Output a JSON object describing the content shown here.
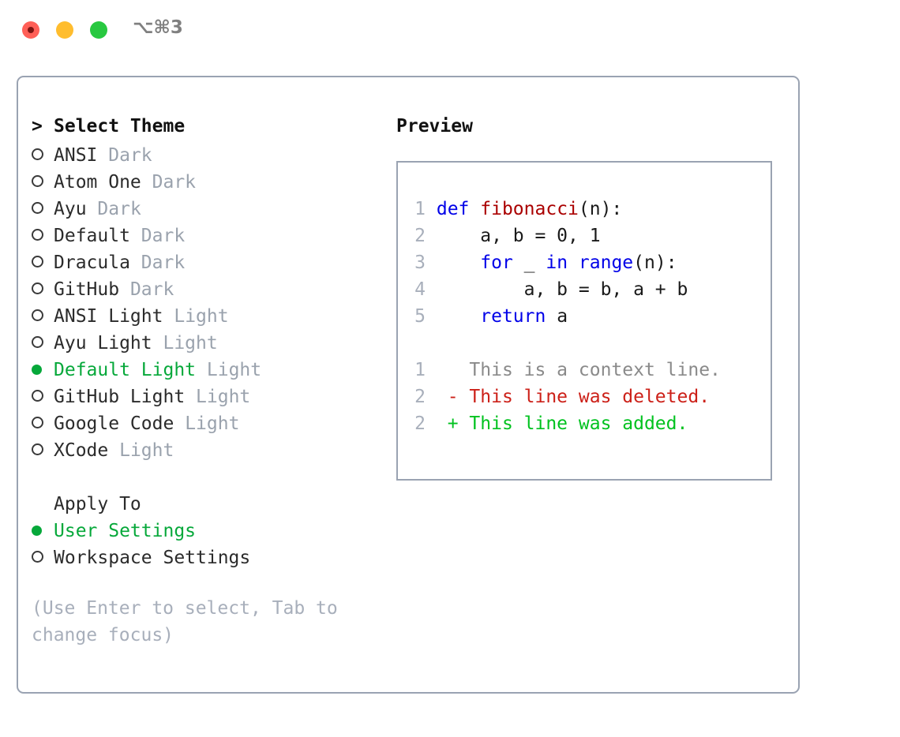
{
  "titlebar": {
    "shortcut": "⌥⌘3",
    "lights": [
      {
        "name": "close",
        "color": "#ff5f57"
      },
      {
        "name": "minimize",
        "color": "#ffbd2e"
      },
      {
        "name": "maximize",
        "color": "#28c840"
      }
    ]
  },
  "theme_picker": {
    "heading_marker": ">",
    "heading": "Select Theme",
    "items": [
      {
        "marker": "ring",
        "label": "ANSI",
        "tag": "Dark",
        "selected": false
      },
      {
        "marker": "ring",
        "label": "Atom One",
        "tag": "Dark",
        "selected": false
      },
      {
        "marker": "ring",
        "label": "Ayu",
        "tag": "Dark",
        "selected": false
      },
      {
        "marker": "ring",
        "label": "Default",
        "tag": "Dark",
        "selected": false
      },
      {
        "marker": "ring",
        "label": "Dracula",
        "tag": "Dark",
        "selected": false
      },
      {
        "marker": "ring",
        "label": "GitHub",
        "tag": "Dark",
        "selected": false
      },
      {
        "marker": "ring",
        "label": "ANSI Light",
        "tag": "Light",
        "selected": false
      },
      {
        "marker": "ring",
        "label": "Ayu Light",
        "tag": "Light",
        "selected": false
      },
      {
        "marker": "dot",
        "label": "Default Light",
        "tag": "Light",
        "selected": true
      },
      {
        "marker": "ring",
        "label": "GitHub Light",
        "tag": "Light",
        "selected": false
      },
      {
        "marker": "ring",
        "label": "Google Code",
        "tag": "Light",
        "selected": false
      },
      {
        "marker": "ring",
        "label": "XCode",
        "tag": "Light",
        "selected": false
      }
    ]
  },
  "apply_to": {
    "label": "Apply To",
    "options": [
      {
        "marker": "dot",
        "label": "User Settings",
        "selected": true
      },
      {
        "marker": "ring",
        "label": "Workspace Settings",
        "selected": false
      }
    ]
  },
  "hint": "(Use Enter to select, Tab to change focus)",
  "preview": {
    "title": "Preview",
    "code_lines": [
      {
        "num": "1",
        "tokens": [
          {
            "t": "def",
            "c": "kw"
          },
          {
            "t": " ",
            "c": "plain"
          },
          {
            "t": "fibonacci",
            "c": "fn"
          },
          {
            "t": "(n):",
            "c": "plain"
          }
        ]
      },
      {
        "num": "2",
        "tokens": [
          {
            "t": "    a, b = 0, 1",
            "c": "plain"
          }
        ]
      },
      {
        "num": "3",
        "tokens": [
          {
            "t": "    ",
            "c": "plain"
          },
          {
            "t": "for",
            "c": "kw"
          },
          {
            "t": " _ ",
            "c": "plain"
          },
          {
            "t": "in",
            "c": "kw"
          },
          {
            "t": " ",
            "c": "plain"
          },
          {
            "t": "range",
            "c": "kw"
          },
          {
            "t": "(n):",
            "c": "plain"
          }
        ]
      },
      {
        "num": "4",
        "tokens": [
          {
            "t": "        a, b = b, a + b",
            "c": "plain"
          }
        ]
      },
      {
        "num": "5",
        "tokens": [
          {
            "t": "    ",
            "c": "plain"
          },
          {
            "t": "return",
            "c": "kw"
          },
          {
            "t": " a",
            "c": "plain"
          }
        ]
      }
    ],
    "diff_lines": [
      {
        "num": "1",
        "sign": " ",
        "text": " This is a context line.",
        "kind": "ctx"
      },
      {
        "num": "2",
        "sign": "-",
        "text": " This line was deleted.",
        "kind": "del"
      },
      {
        "num": "2",
        "sign": "+",
        "text": " This line was added.",
        "kind": "add"
      }
    ]
  },
  "colors": {
    "accent_green": "#06a83a",
    "keyword_blue": "#0000e8",
    "function_red": "#aa0000",
    "diff_added": "#00c21f",
    "diff_deleted": "#cc2018",
    "muted_gray": "#9aa2ad",
    "border": "#9aa3b2"
  }
}
